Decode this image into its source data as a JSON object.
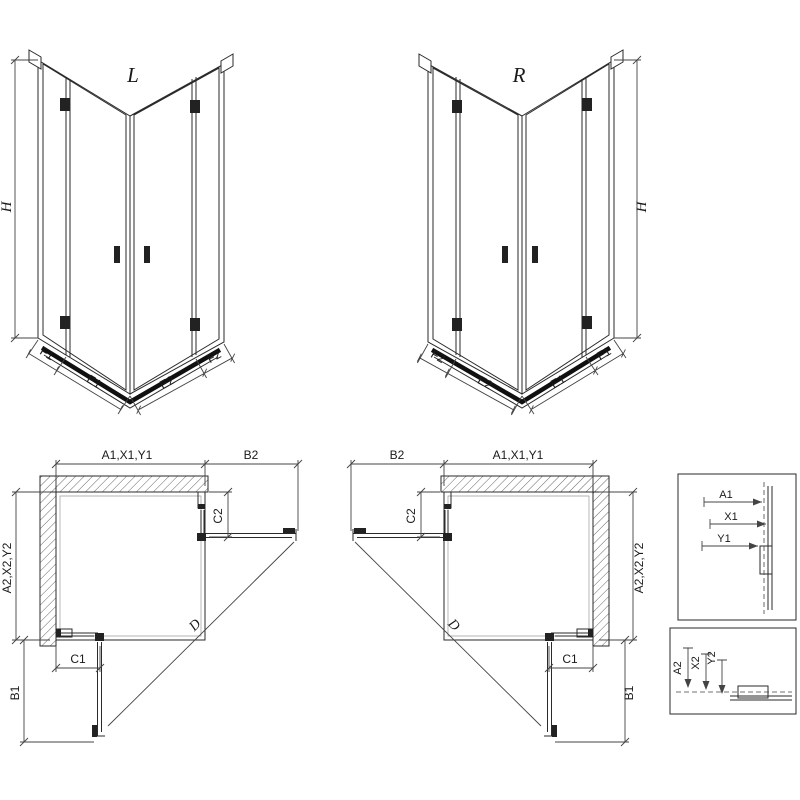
{
  "labels": {
    "view_left": "L",
    "view_right": "R",
    "height": "H",
    "f1": "F1",
    "e1": "E1",
    "e2": "E2",
    "f2": "F2",
    "a1_x1_y1": "A1,X1,Y1",
    "a2_x2_y2": "A2,X2,Y2",
    "b1": "B1",
    "b2": "B2",
    "c1": "C1",
    "c2": "C2",
    "d": "D",
    "a1": "A1",
    "x1": "X1",
    "y1": "Y1",
    "a2": "A2",
    "x2": "X2",
    "y2": "Y2"
  },
  "colors": {
    "line": "#2a2a2a",
    "dimension": "#444444",
    "dark_fill": "#222222",
    "background": "#ffffff"
  }
}
